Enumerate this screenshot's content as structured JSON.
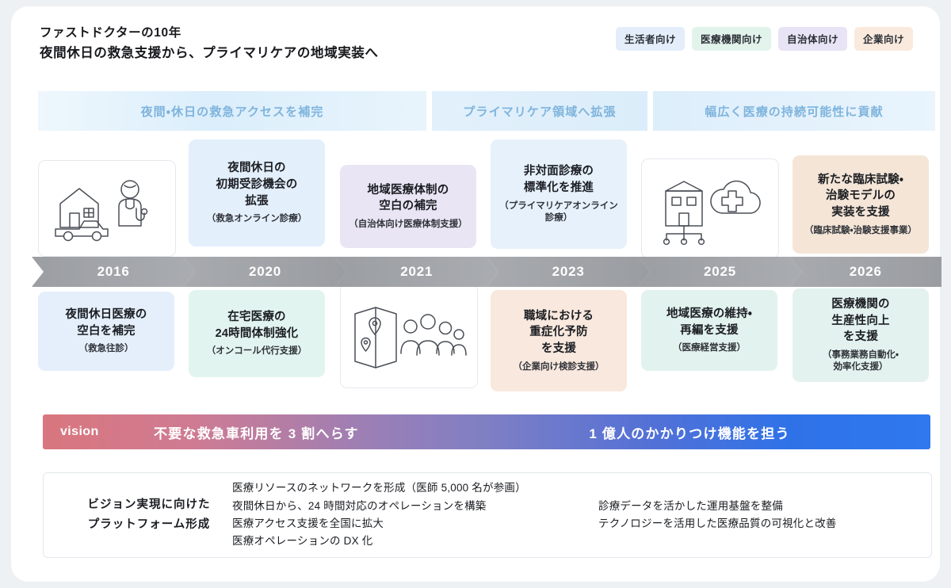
{
  "header": {
    "title_line1": "ファストドクターの10年",
    "title_line2": "夜間休日の救急支援から、プライマリケアの地域実装へ",
    "legend": [
      {
        "label": "生活者向け",
        "color": "#e3eefa"
      },
      {
        "label": "医療機関向け",
        "color": "#e2f3ec"
      },
      {
        "label": "自治体向け",
        "color": "#e8e4f5"
      },
      {
        "label": "企業向け",
        "color": "#faeade"
      }
    ]
  },
  "phases": [
    {
      "label": "夜間・休日の救急アクセスを補完"
    },
    {
      "label": "プライマリケア領域へ拡張"
    },
    {
      "label": "幅広く医療の持続可能性に貢献"
    }
  ],
  "years": [
    "2016",
    "2020",
    "2021",
    "2023",
    "2025",
    "2026"
  ],
  "columns": [
    {
      "year": "2016",
      "top": {
        "type": "illustration",
        "icon": "house-car-doctor-icon"
      },
      "bottom": {
        "type": "card",
        "title": "夜間休日医療の\n空白を補完",
        "subtitle": "（救急往診）",
        "color": "#e4effb"
      }
    },
    {
      "year": "2020",
      "top": {
        "type": "card",
        "title": "夜間休日の\n初期受診機会の\n拡張",
        "subtitle": "（救急オンライン診療）",
        "color": "#e3effb"
      },
      "bottom": {
        "type": "card",
        "title": "在宅医療の\n24時間体制強化",
        "subtitle": "（オンコール代行支援）",
        "color": "#e2f4ef"
      }
    },
    {
      "year": "2021",
      "top": {
        "type": "card",
        "title": "地域医療体制の\n空白の補完",
        "subtitle": "（自治体向け医療体制支援）",
        "color": "#e9e5f4"
      },
      "bottom": {
        "type": "illustration",
        "icon": "map-people-icon"
      }
    },
    {
      "year": "2023",
      "top": {
        "type": "card",
        "title": "非対面診療の\n標準化を推進",
        "subtitle": "（プライマリケアオンライン診療）",
        "color": "#e6f1fb"
      },
      "bottom": {
        "type": "card",
        "title": "職域における\n重症化予防\nを支援",
        "subtitle": "（企業向け検診支援）",
        "color": "#f8e8dd"
      }
    },
    {
      "year": "2025",
      "top": {
        "type": "illustration",
        "icon": "hospital-cloud-icon"
      },
      "bottom": {
        "type": "card",
        "title": "地域医療の維持・\n再編を支援",
        "subtitle": "（医療経営支援）",
        "color": "#e2f2ef"
      }
    },
    {
      "year": "2026",
      "top": {
        "type": "card",
        "title": "新たな臨床試験・\n治験モデルの\n実装を支援",
        "subtitle": "（臨床試験・治験支援事業）",
        "color": "#f4e5d7"
      },
      "bottom": {
        "type": "card",
        "title": "医療機関の\n生産性向上\nを支援",
        "subtitle": "（事務業務自動化・\n効率化支援）",
        "color": "#e3f2ef"
      }
    }
  ],
  "vision": {
    "label": "vision",
    "goal_left": "不要な救急車利用を 3 割へらす",
    "goal_right": "1 億人のかかりつけ機能を担う"
  },
  "platform": {
    "label_line1": "ビジョン実現に向けた",
    "label_line2": "プラットフォーム形成",
    "column1": [
      "医療リソースのネットワークを形成（医師 5,000 名が参画）",
      "夜間休日から、24 時間対応のオペレーションを構築",
      "医療アクセス支援を全国に拡大",
      "医療オペレーションの DX 化"
    ],
    "column2": [
      "診療データを活かした運用基盤を整備",
      "テクノロジーを活用した医療品質の可視化と改善"
    ]
  }
}
